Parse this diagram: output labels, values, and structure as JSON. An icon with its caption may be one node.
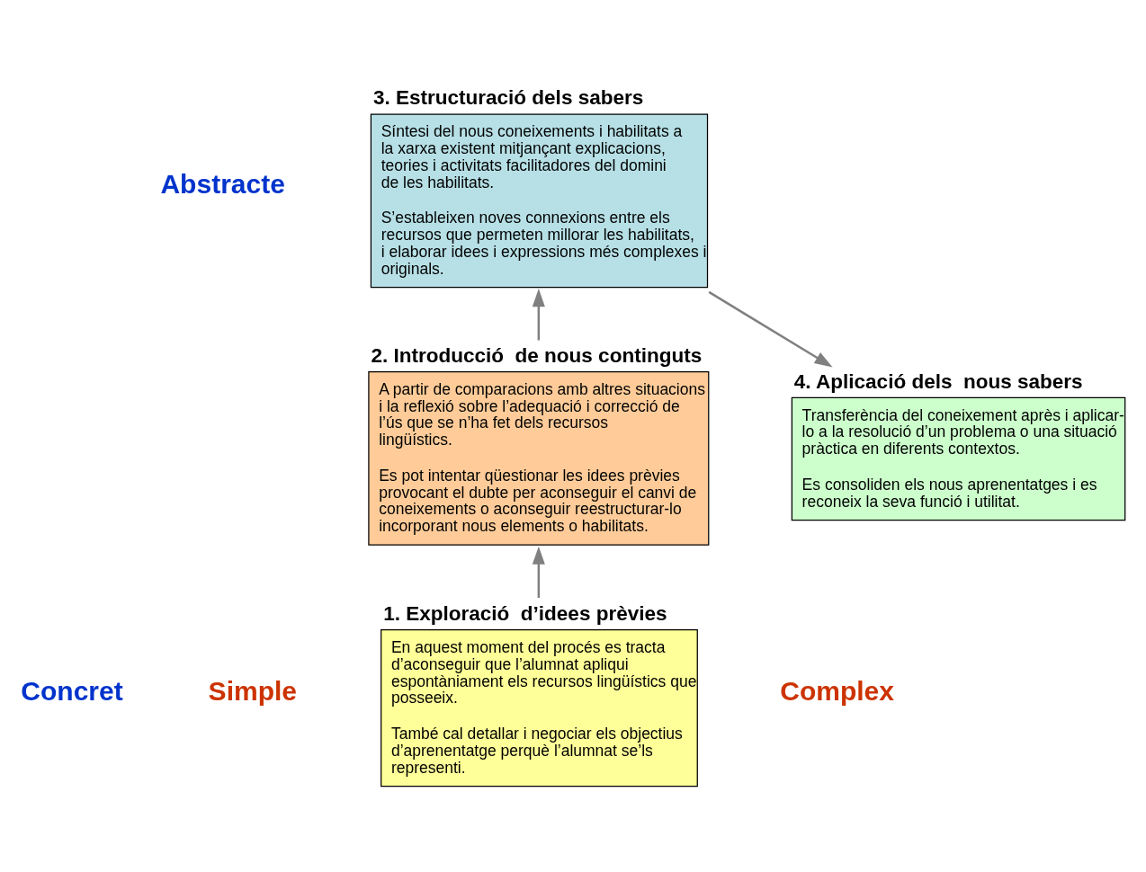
{
  "diagram": {
    "nodes": [
      {
        "text": [
          "1. Exploració  d’idees prèvies",
          "En aquest moment del procés es tracta d’aconseguir que l’alumnat apliqui espontàniament els recursos lingüístics que posseeix.",
          "També cal detallar i negociar els objectius d’aprenentatge perquè l’alumnat se’ls representi."
        ]
      },
      {
        "text": [
          "2. Introducció  de nous continguts",
          "A partir de comparacions amb altres situacions i la reflexió sobre l’adequació i correcció de l’ús que se n’ha fet dels recursos lingüístics.",
          "Es pot intentar qüestionar les idees prèvies provocant el dubte per aconseguir el canvi de coneixements o aconseguir reestructurar-lo incorporant nous elements o habilitats."
        ]
      },
      {
        "text": [
          "3. Estructuració dels sabers",
          "Síntesi del nous coneixements i habilitats a la xarxa existent mitjançant explicacions, teories i activitats facilitadores del domini de les habilitats.",
          "S’estableixen noves connexions entre els recursos que permeten millorar les habilitats, i elaborar idees i expressions més complexes i originals."
        ]
      },
      {
        "text": [
          "4. Aplicació dels  nous sabers",
          "Transferència del coneixement après i aplicar-lo a la resolució d’un problema o una situació pràctica en diferents contextos.",
          "Es consoliden els nous aprenentatges i es reconeix la seva funció i utilitat."
        ]
      }
    ],
    "edges": [
      {
        "from": 0,
        "to": 1,
        "arrow": "to"
      },
      {
        "from": 1,
        "to": 2,
        "arrow": "to"
      },
      {
        "from": 2,
        "to": 3,
        "arrow": "to"
      }
    ],
    "labels": [
      "Abstracte",
      "Concret",
      "Simple",
      "Complex"
    ]
  }
}
